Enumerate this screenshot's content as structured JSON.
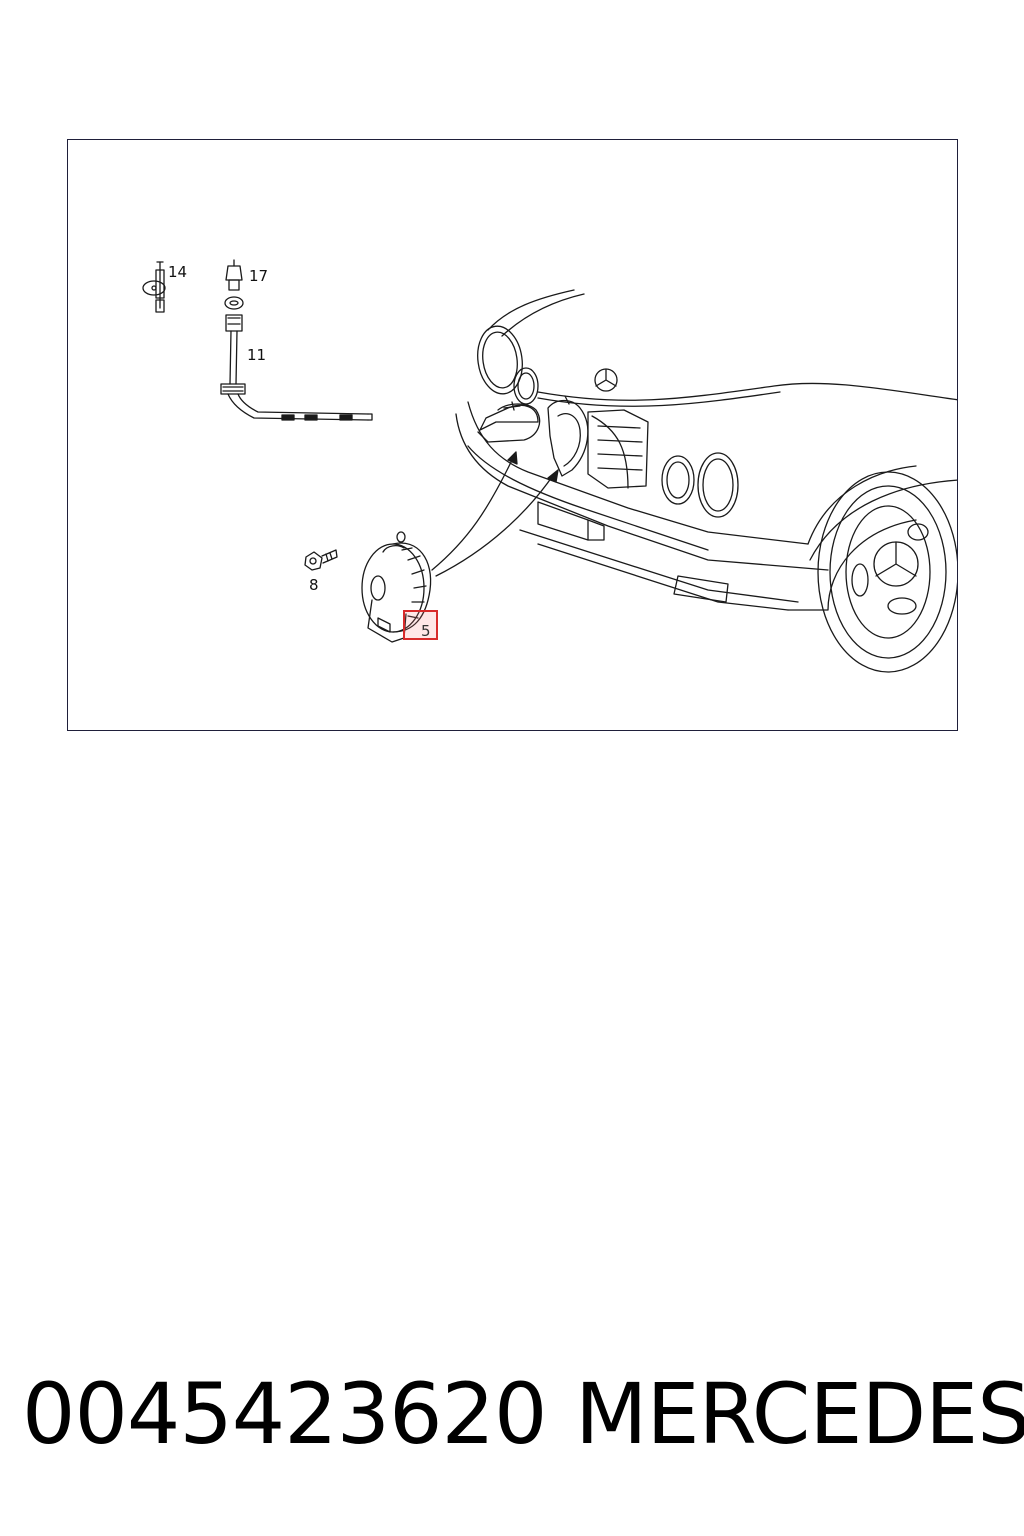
{
  "diagram": {
    "callouts": {
      "c14": "14",
      "c17": "17",
      "c11": "11",
      "c8": "8",
      "c5": "5"
    },
    "highlight_color": "#d82a2a"
  },
  "caption": {
    "part_number": "0045423620",
    "brand": "MERCEDES"
  }
}
